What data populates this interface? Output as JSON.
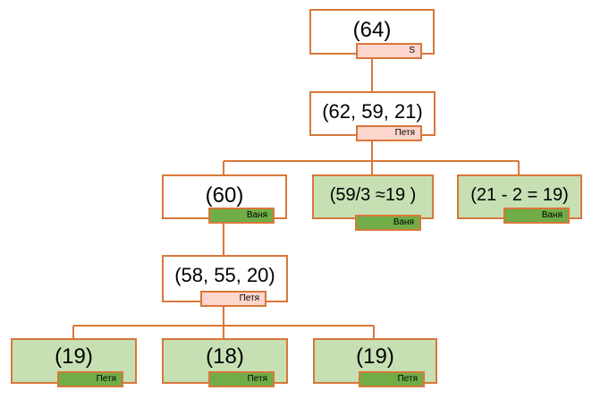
{
  "colors": {
    "border": "#D9773A",
    "connector": "#D9773A",
    "node_white": "#FFFFFF",
    "node_green": "#C6E0B4",
    "tag_pink": "#FCD5CC",
    "tag_green": "#70AD47"
  },
  "nodes": {
    "root": {
      "value": "(64)",
      "tag": "S"
    },
    "level1": {
      "value": "(62, 59, 21)",
      "tag": "Петя"
    },
    "level2_left": {
      "value": "(60)",
      "tag": "Ваня"
    },
    "level2_mid": {
      "value": "(59/3 ≈19 )",
      "tag": "Ваня"
    },
    "level2_right": {
      "value": "(21 - 2 = 19)",
      "tag": "Ваня"
    },
    "level3": {
      "value": "(58, 55, 20)",
      "tag": "Петя"
    },
    "leaf_1": {
      "value": "(19)",
      "tag": "Петя"
    },
    "leaf_2": {
      "value": "(18)",
      "tag": "Петя"
    },
    "leaf_3": {
      "value": "(19)",
      "tag": "Петя"
    }
  }
}
